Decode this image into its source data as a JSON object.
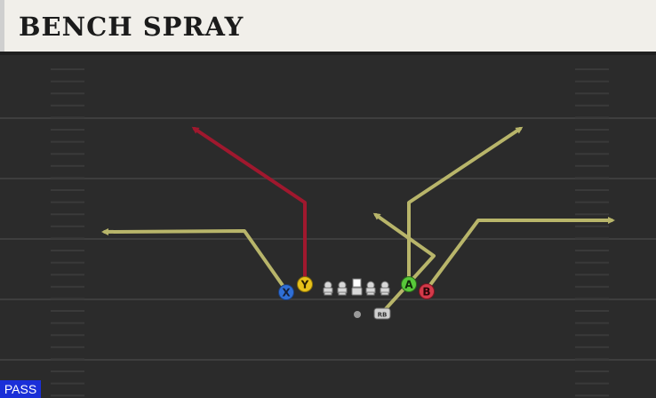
{
  "play": {
    "title": "BENCH SPRAY",
    "type_badge": "PASS"
  },
  "colors": {
    "title_bg": "#f1efea",
    "field_bg": "#2b2b2b",
    "route": "#b8b56a",
    "hot_route": "#a0182e",
    "badge_bg": "#1a2fd8"
  },
  "receivers": [
    {
      "button": "X",
      "color": "#2f6fd6"
    },
    {
      "button": "Y",
      "color": "#e8c21a"
    },
    {
      "button": "A",
      "color": "#58c93a"
    },
    {
      "button": "B",
      "color": "#d43a4a"
    }
  ],
  "backfield": {
    "rb_label": "RB"
  }
}
